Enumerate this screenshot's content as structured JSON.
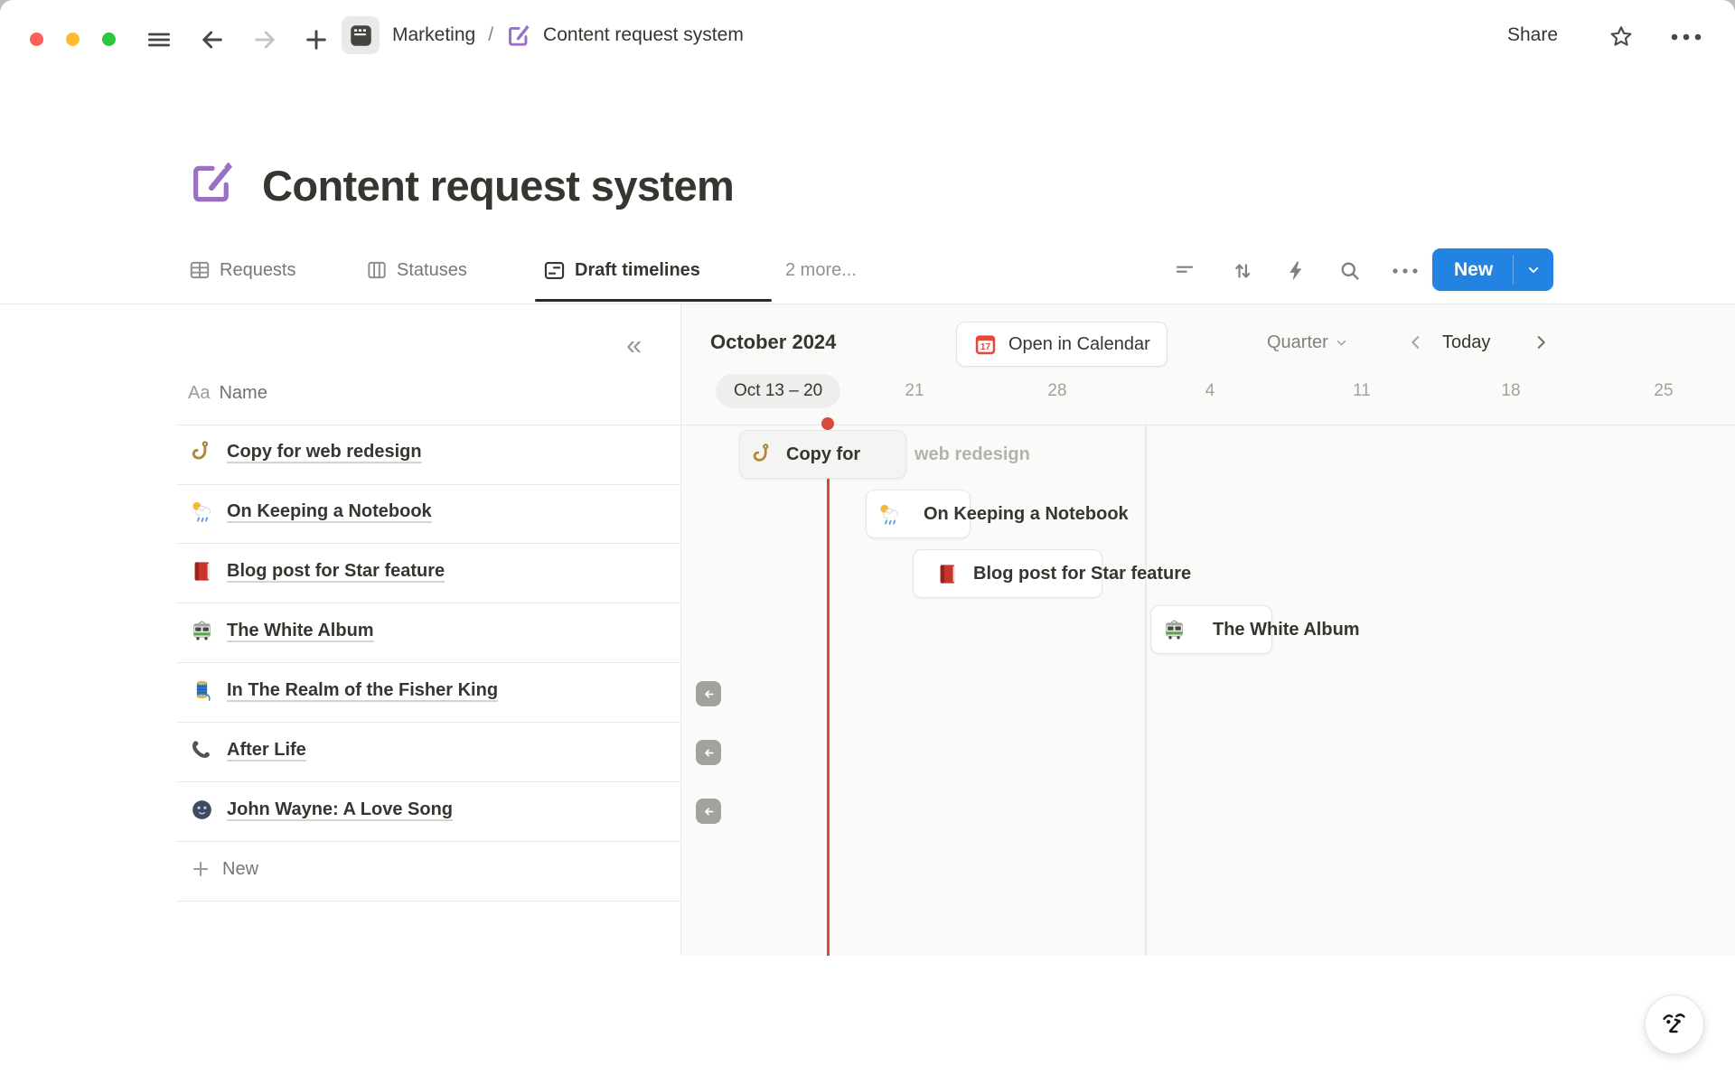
{
  "window": {
    "breadcrumb": {
      "workspace": "Marketing",
      "separator": "/",
      "page": "Content request system"
    },
    "share_label": "Share"
  },
  "page": {
    "title": "Content request system",
    "icon": "memo-pencil-icon",
    "icon_color": "#9a70c2"
  },
  "view_tabs": {
    "tabs": [
      {
        "label": "Requests",
        "icon": "table-icon",
        "active": false
      },
      {
        "label": "Statuses",
        "icon": "board-icon",
        "active": false
      },
      {
        "label": "Draft timelines",
        "icon": "timeline-icon",
        "active": true
      }
    ],
    "more_label": "2 more..."
  },
  "toolbar": {
    "icons": [
      "filter-icon",
      "sort-icon",
      "automation-icon",
      "search-icon",
      "more-icon"
    ],
    "new_label": "New"
  },
  "table": {
    "header": {
      "type_badge": "Aa",
      "label": "Name"
    },
    "rows": [
      {
        "icon": "hook-icon",
        "name": "Copy for web redesign"
      },
      {
        "icon": "sun-rain-icon",
        "name": "On Keeping a Notebook"
      },
      {
        "icon": "red-book-icon",
        "name": "Blog post for Star feature"
      },
      {
        "icon": "tram-icon",
        "name": "The White Album"
      },
      {
        "icon": "thread-icon",
        "name": "In The Realm of the Fisher King"
      },
      {
        "icon": "phone-icon",
        "name": "After Life"
      },
      {
        "icon": "moon-face-icon",
        "name": "John Wayne: A Love Song"
      }
    ],
    "new_row_label": "New"
  },
  "timeline": {
    "month_label": "October 2024",
    "open_in_calendar_label": "Open in Calendar",
    "calendar_icon_day": "17",
    "zoom_select": "Quarter",
    "today_label": "Today",
    "ruler": {
      "current_week_pill": "Oct 13 – 20",
      "ticks": [
        "21",
        "28",
        "4",
        "11",
        "18",
        "25"
      ]
    },
    "bars": [
      {
        "icon": "hook-icon",
        "visible_text": "Copy for",
        "overflow_text": "web redesign"
      },
      {
        "icon": "sun-rain-icon",
        "title": "On Keeping a Notebook"
      },
      {
        "icon": "red-book-icon",
        "title": "Blog post for Star feature"
      },
      {
        "icon": "tram-icon",
        "title": "The White Album"
      }
    ],
    "offscreen_left_count": 3
  },
  "colors": {
    "accent_blue": "#2383e2",
    "today_red": "#d9493c",
    "icon_purple": "#9a70c2",
    "text": "#37352f",
    "muted_text": "#787774"
  }
}
